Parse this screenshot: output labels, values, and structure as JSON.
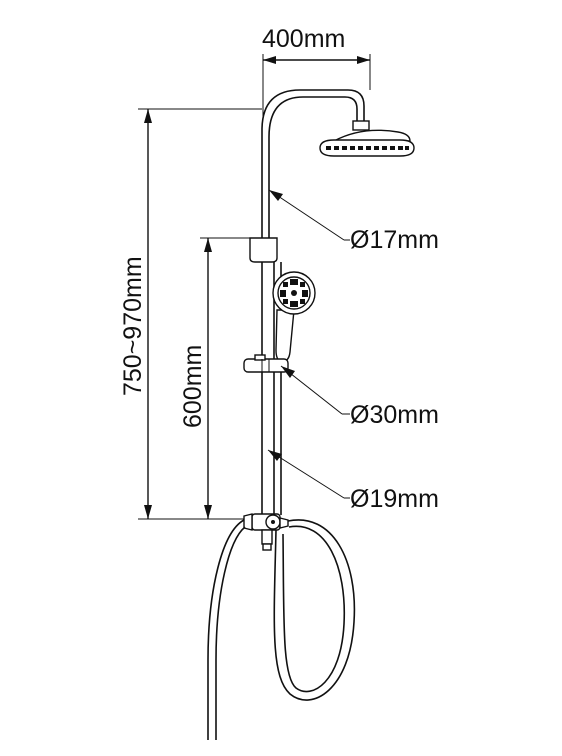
{
  "diagram": {
    "labels": {
      "width": "400mm",
      "height_range": "750~970mm",
      "rail_length": "600mm",
      "top_pipe_diameter": "Ø17mm",
      "holder_diameter": "Ø30mm",
      "rail_diameter": "Ø19mm"
    },
    "colors": {
      "line": "#111111",
      "background": "#ffffff"
    },
    "icons": [
      "shower-head-icon",
      "hand-shower-icon",
      "diverter-valve-icon",
      "hose-icon",
      "slide-bracket-icon",
      "wall-bracket-icon"
    ]
  }
}
